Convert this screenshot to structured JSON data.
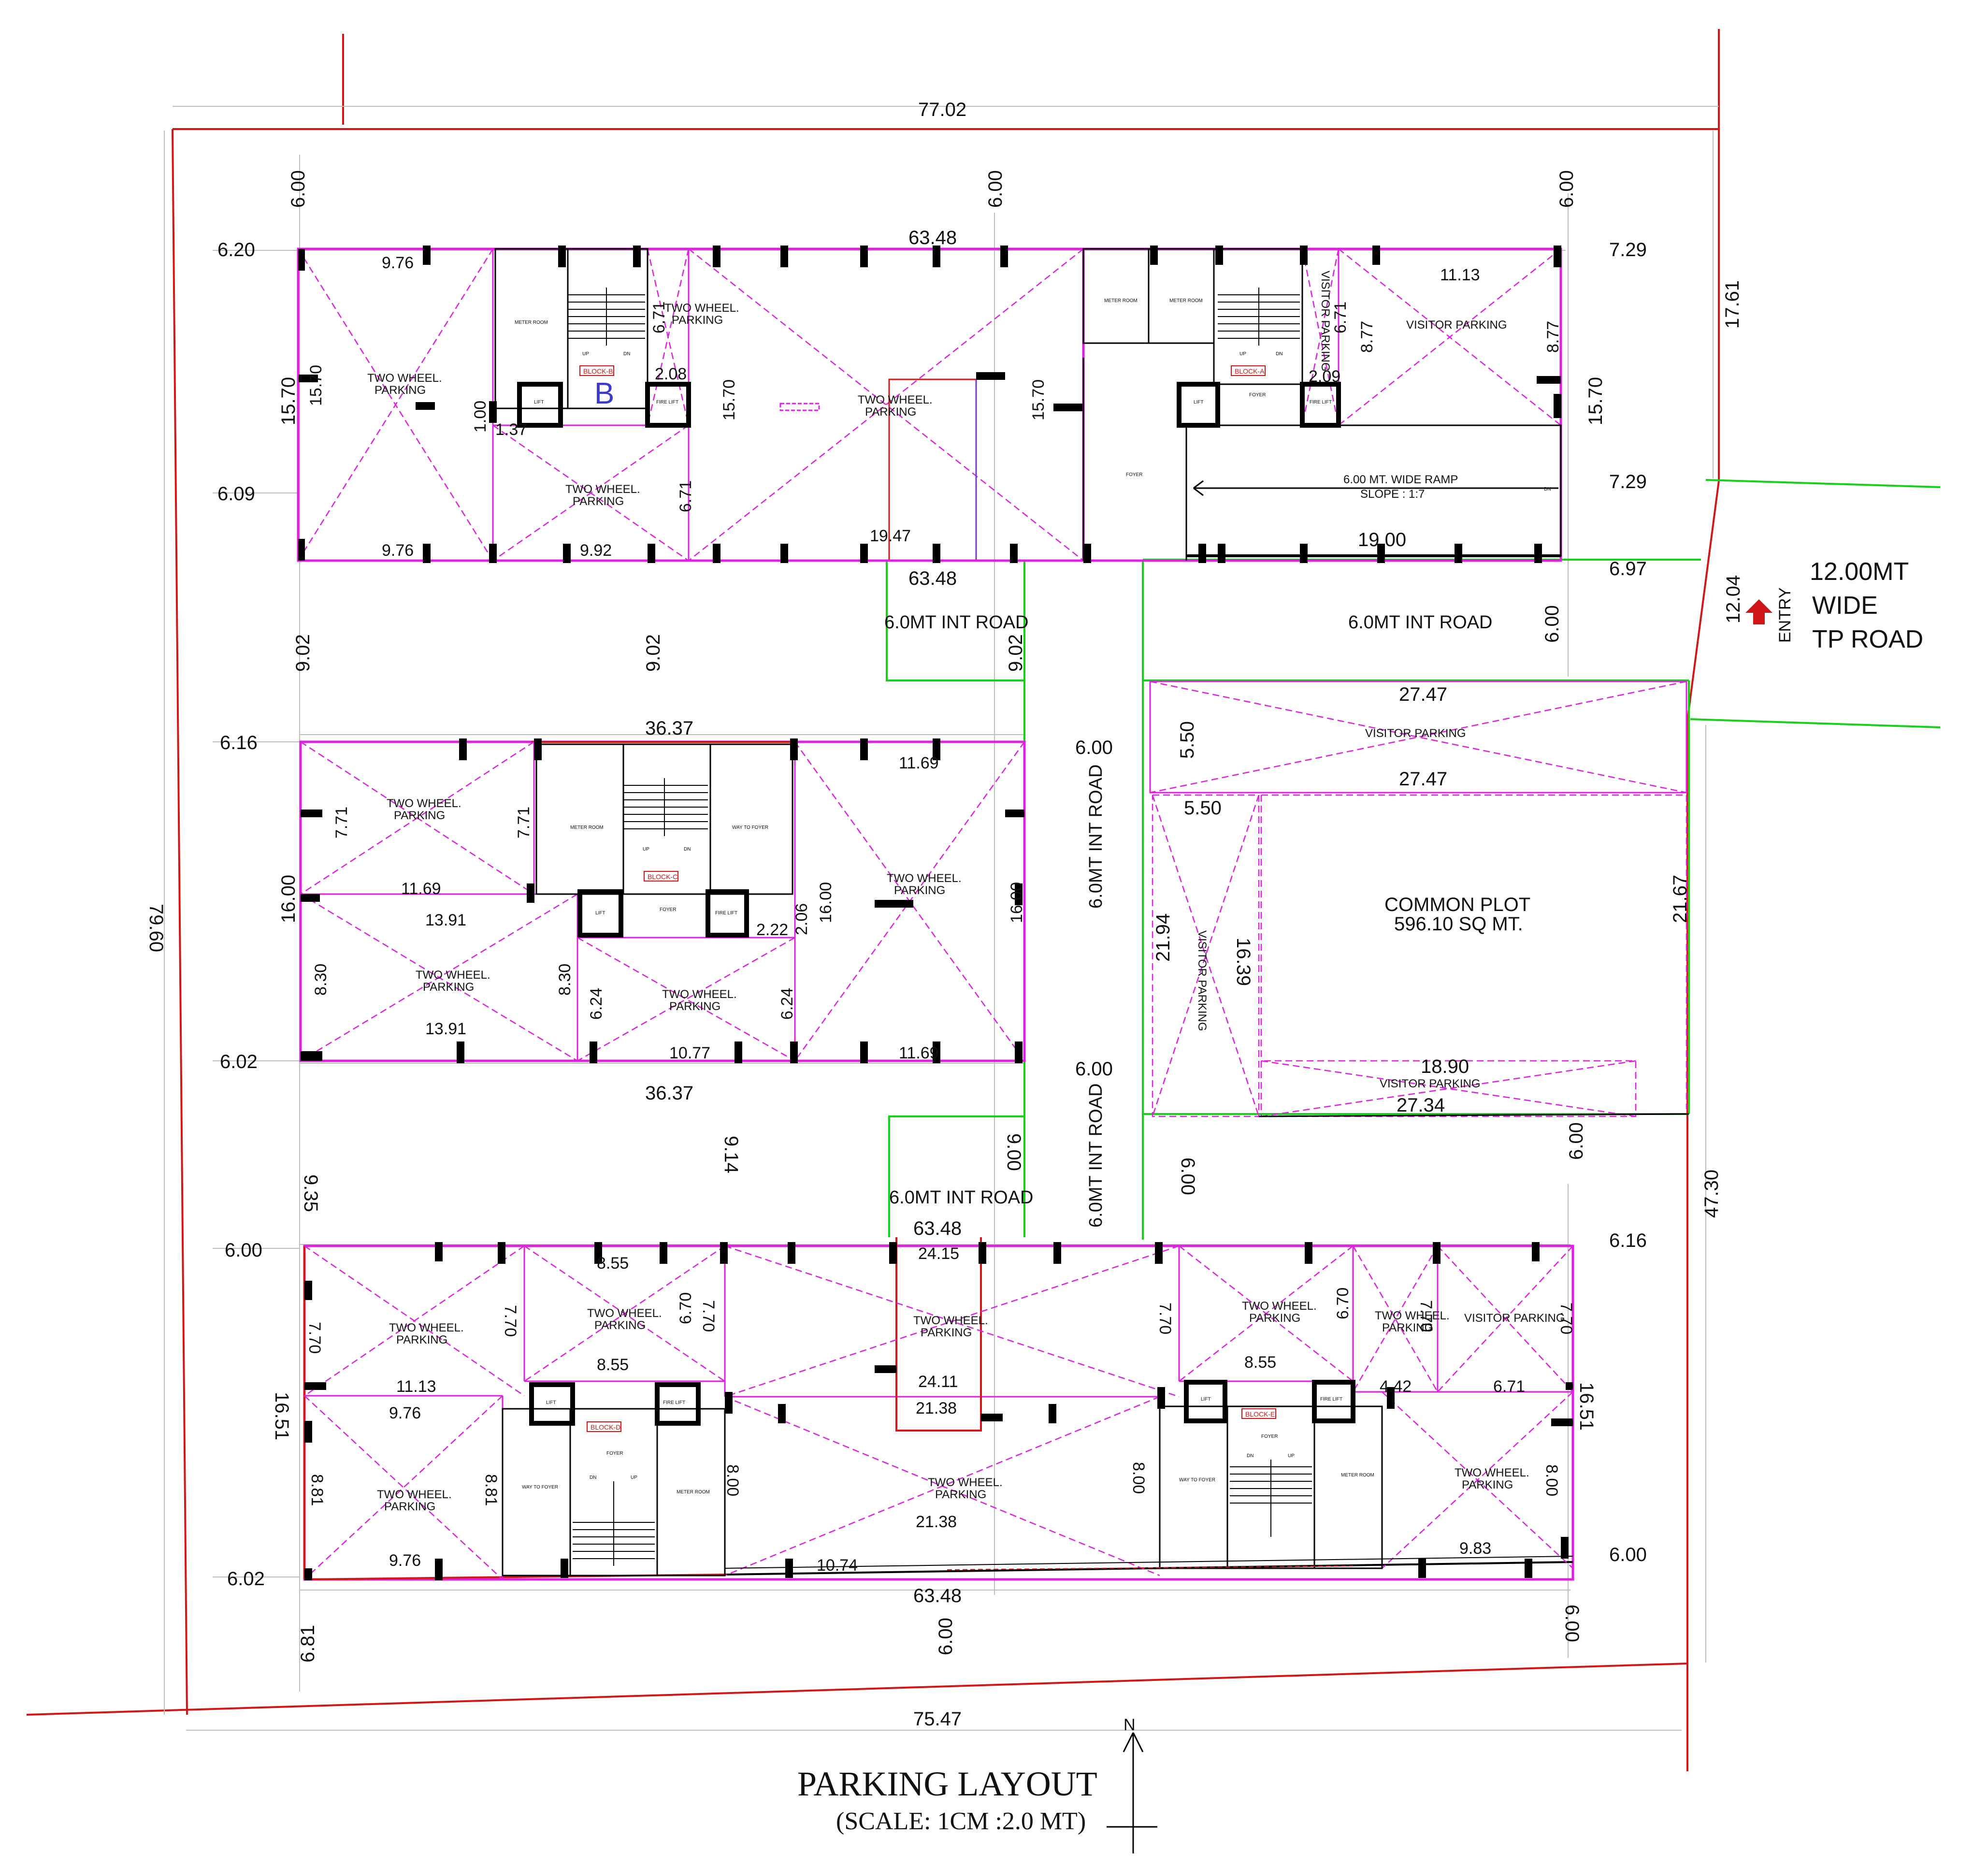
{
  "drawing": {
    "title": "PARKING LAYOUT",
    "scale": "(SCALE: 1CM :2.0 MT)",
    "north": "N"
  },
  "road": {
    "line1": "12.00MT",
    "line2": "WIDE",
    "line3": "TP ROAD",
    "entry": "ENTRY",
    "width": "12.04"
  },
  "internal_roads": {
    "label": "6.0MT INT ROAD"
  },
  "common_plot": {
    "name": "COMMON PLOT",
    "area": "596.10 SQ MT."
  },
  "blocks": {
    "a": "BLOCK-A",
    "b": "BLOCK-B",
    "b_mark": "B",
    "c": "BLOCK-C",
    "d": "BLOCK-D",
    "e": "BLOCK-E"
  },
  "labels": {
    "two_wheel": "TWO WHEEL.",
    "parking": "PARKING",
    "visitor_parking": "VISITOR PARKING",
    "ramp": "6.00 MT. WIDE RAMP",
    "slope": "SLOPE : 1:7",
    "meter_room": "METER ROOM",
    "lift": "LIFT",
    "fire_lift": "FIRE LIFT",
    "foyer": "FOYER",
    "way_to_foyer": "WAY TO FOYER",
    "up": "UP",
    "dn": "DN"
  },
  "plot_dims": {
    "top": "77.02",
    "bottom": "75.47",
    "left": "79.60",
    "right_top": "17.61",
    "right_bottom": "47.30"
  },
  "dims": {
    "d_6_00": "6.00",
    "d_6_20": "6.20",
    "d_6_09": "6.09",
    "d_6_16": "6.16",
    "d_6_02": "6.02",
    "d_7_29": "7.29",
    "d_6_97": "6.97",
    "d_63_48": "63.48",
    "d_15_70": "15.70",
    "d_9_76": "9.76",
    "d_9_92": "9.92",
    "d_19_47": "19.47",
    "d_19_00": "19.00",
    "d_11_13": "11.13",
    "d_8_77": "8.77",
    "d_6_71": "6.71",
    "d_2_08": "2.08",
    "d_2_09": "2.09",
    "d_1_00": "1.00",
    "d_1_37": "1.37",
    "d_9_02": "9.02",
    "d_36_37": "36.37",
    "d_11_69": "11.69",
    "d_16_00": "16.00",
    "d_7_71": "7.71",
    "d_13_91": "13.91",
    "d_8_30": "8.30",
    "d_6_24": "6.24",
    "d_10_77": "10.77",
    "d_2_22": "2.22",
    "d_2_06": "2.06",
    "d_27_47": "27.47",
    "d_5_50": "5.50",
    "d_21_94": "21.94",
    "d_16_39": "16.39",
    "d_21_67": "21.67",
    "d_18_90": "18.90",
    "d_27_34": "27.34",
    "d_9_35": "9.35",
    "d_9_14": "9.14",
    "d_9_00": "9.00",
    "d_8_55": "8.55",
    "d_24_15": "24.15",
    "d_24_11": "24.11",
    "d_21_38": "21.38",
    "d_7_70": "7.70",
    "d_6_70": "6.70",
    "d_11_13b": "11.13",
    "d_16_51": "16.51",
    "d_8_81": "8.81",
    "d_8_00": "8.00",
    "d_10_74": "10.74",
    "d_4_42": "4.42",
    "d_9_83": "9.83",
    "d_6_81": "6.81"
  },
  "colors": {
    "boundary": "#d01818",
    "parking": "#e020e0",
    "road_edge": "#18d018",
    "wall": "#000000"
  }
}
